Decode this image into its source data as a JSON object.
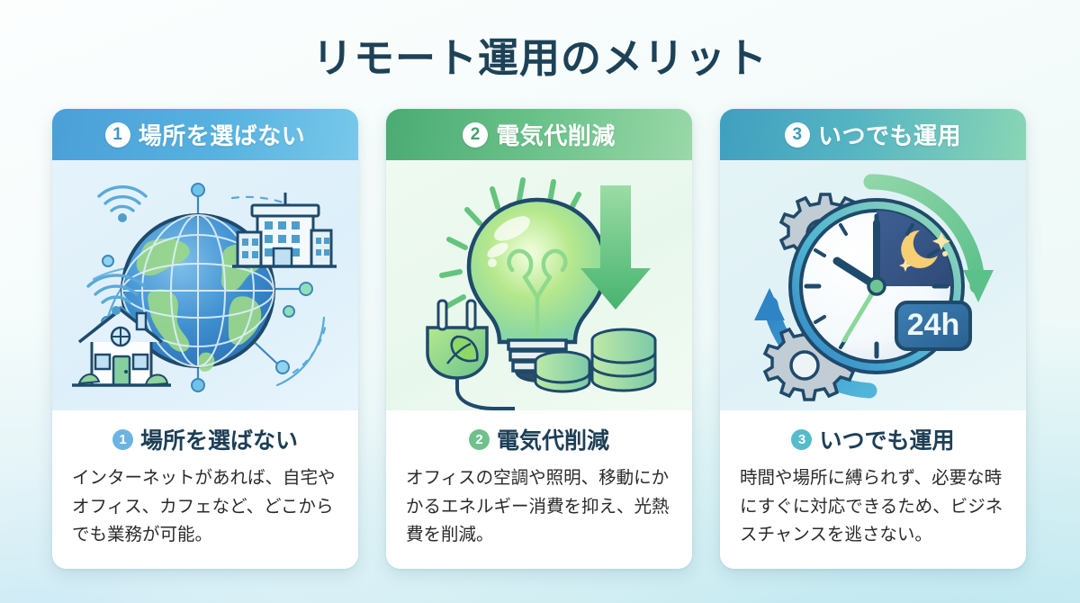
{
  "page": {
    "title": "リモート運用のメリット",
    "background_accent": "#e7f6f6"
  },
  "cards": [
    {
      "number": "❶",
      "badge_number": "1",
      "header_label": "場所を選ばない",
      "header_color": "#4a9fd8",
      "body_title": "場所を選ばない",
      "body_text": "インターネットがあれば、自宅やオフィス、カフェなど、どこからでも業務が可能。",
      "illustration": "globe-house-office-network"
    },
    {
      "number": "❷",
      "badge_number": "2",
      "header_label": "電気代削減",
      "header_color": "#4aab73",
      "body_title": "電気代削減",
      "body_text": "オフィスの空調や照明、移動にかかるエネルギー消費を抑え、光熱費を削減。",
      "illustration": "lightbulb-eco-plug-coins-down-arrow"
    },
    {
      "number": "❸",
      "badge_number": "3",
      "header_label": "いつでも運用",
      "header_color": "#3f9fbf",
      "body_title": "いつでも運用",
      "body_text": "時間や場所に縛られず、必要な時にすぐに対応できるため、ビジネスチャンスを逃さない。",
      "illustration": "clock-gears-day-night-24h",
      "badge_text": "24h"
    }
  ]
}
